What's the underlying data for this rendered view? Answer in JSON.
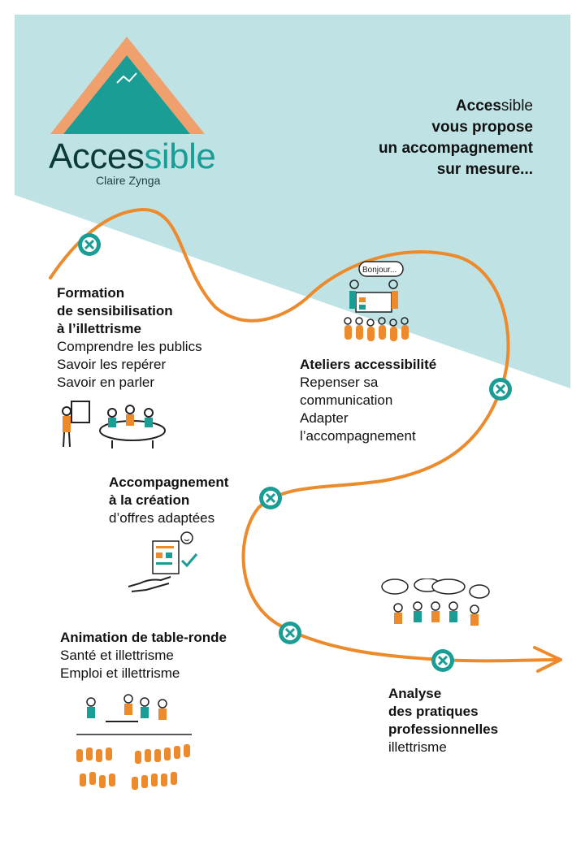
{
  "brand": {
    "name_part1": "Acces",
    "name_part2": "sible",
    "owner": "Claire Zynga",
    "colors": {
      "teal": "#1a9d95",
      "orange": "#ec8a2c",
      "light_teal": "#bfe3e5",
      "dark": "#0b3b39"
    }
  },
  "tagline": {
    "brand_bold": "Acces",
    "brand_rest": "sible",
    "line2": "vous propose",
    "line3": "un accompagnement",
    "line4": "sur mesure..."
  },
  "steps": [
    {
      "title_lines": [
        "Formation",
        "de sensibilisation",
        "à l’illettrisme"
      ],
      "lines": [
        "Comprendre les publics",
        "Savoir les repérer",
        "Savoir en parler"
      ]
    },
    {
      "title_lines": [
        "Ateliers accessibilité"
      ],
      "lines": [
        "Repenser sa",
        "communication",
        "Adapter",
        "l’accompagnement"
      ]
    },
    {
      "title_lines": [
        "Accompagnement",
        "à la création"
      ],
      "lines": [
        "d’offres adaptées"
      ]
    },
    {
      "title_lines": [
        "Animation de table-ronde"
      ],
      "lines": [
        "Santé et illettrisme",
        "Emploi et illettrisme"
      ]
    },
    {
      "title_lines": [
        "Analyse",
        "des pratiques",
        "professionnelles"
      ],
      "lines": [
        "illettrisme"
      ]
    }
  ],
  "illustrations": {
    "bubble_text": "Bonjour..."
  },
  "icons": [
    "x-circle-icon"
  ]
}
